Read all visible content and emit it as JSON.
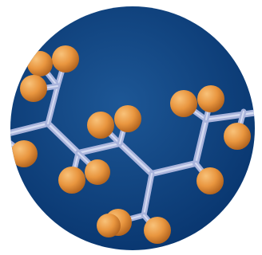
{
  "colors": {
    "page_background": "#ffffff",
    "disc_center": "#1d5796",
    "disc_edge": "#08356e",
    "bond": "#a9b4dc",
    "bond_highlight": "#d5dbf1",
    "atom_light": "#f8c27a",
    "atom_mid": "#e9963f",
    "atom_dark": "#b4651f"
  },
  "scene": {
    "subject": "molecule-model",
    "atom_count": 15,
    "backbone_bonds": 7,
    "side_bonds": 15
  }
}
